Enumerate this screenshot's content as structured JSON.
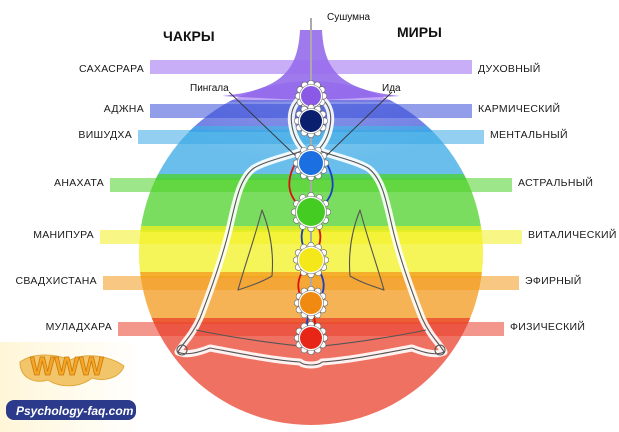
{
  "headers": {
    "chakras": "ЧАКРЫ",
    "worlds": "МИРЫ"
  },
  "channels": {
    "sushumna": "Сушумна",
    "pingala": "Пингала",
    "ida": "Ида"
  },
  "levels": [
    {
      "chakra": "САХАСРАРА",
      "world": "ДУХОВНЫЙ",
      "color": "#9b6cf0"
    },
    {
      "chakra": "АДЖНА",
      "world": "КАРМИЧЕСКИЙ",
      "color": "#3b4fd8"
    },
    {
      "chakra": "ВИШУДХА",
      "world": "МЕНТАЛЬНЫЙ",
      "color": "#38a8e6"
    },
    {
      "chakra": "АНАХАТА",
      "world": "АСТРАЛЬНЫЙ",
      "color": "#4fd12a"
    },
    {
      "chakra": "МАНИПУРА",
      "world": "ВИТАЛИЧЕСКИЙ",
      "color": "#f2f020"
    },
    {
      "chakra": "СВАДХИСТАНА",
      "world": "ЭФИРНЫЙ",
      "color": "#f39a1e"
    },
    {
      "chakra": "МУЛАДХАРА",
      "world": "ФИЗИЧЕСКИЙ",
      "color": "#e9412d"
    }
  ],
  "chakra_colors": [
    "#8a5ae6",
    "#0a1f6e",
    "#1b6fe0",
    "#44cc22",
    "#f5e81a",
    "#f08a10",
    "#e82618"
  ],
  "watermark": {
    "logo": "WWW",
    "site": "Psychology-faq.com"
  }
}
